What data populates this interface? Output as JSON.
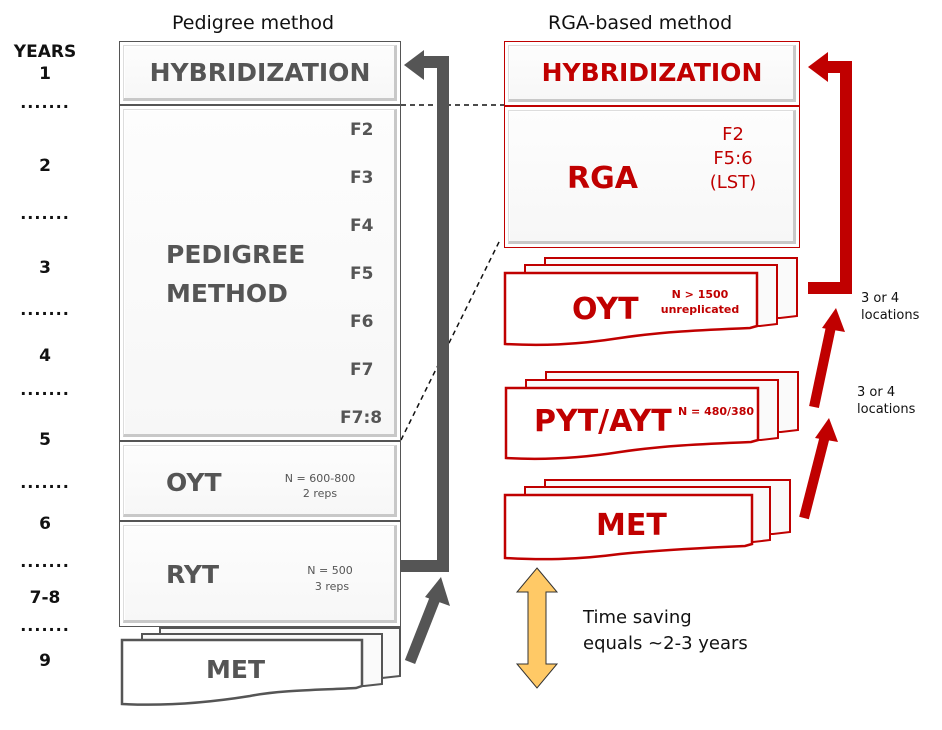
{
  "titles": {
    "left": "Pedigree method",
    "right": "RGA-based method"
  },
  "years": {
    "header": "YEARS",
    "labels": [
      "1",
      "2",
      "3",
      "4",
      "5",
      "6",
      "7-8",
      "9"
    ],
    "separator": "......."
  },
  "pedigree": {
    "hybridization": "HYBRIDIZATION",
    "method_line1": "PEDIGREE",
    "method_line2": "METHOD",
    "generations": [
      "F2",
      "F3",
      "F4",
      "F5",
      "F6",
      "F7",
      "F7:8"
    ],
    "oyt": {
      "label": "OYT",
      "n": "N = 600-800",
      "reps": "2 reps"
    },
    "ryt": {
      "label": "RYT",
      "n": "N = 500",
      "reps": "3 reps"
    },
    "met": {
      "label": "MET"
    }
  },
  "rga": {
    "hybridization": "HYBRIDIZATION",
    "rga_label": "RGA",
    "generations": [
      "F2",
      "F5:6",
      "(LST)"
    ],
    "oyt": {
      "label": "OYT",
      "n": "N  > 1500",
      "note": "unreplicated"
    },
    "pyt": {
      "label": "PYT/AYT",
      "n": "N = 480/380"
    },
    "met": {
      "label": "MET"
    },
    "locations_1": [
      "3 or 4",
      "locations"
    ],
    "locations_2": [
      "3 or 4",
      "locations"
    ]
  },
  "time_saving": [
    "Time saving",
    "equals ~2-3 years"
  ],
  "colors": {
    "gray": "#555555",
    "red": "#c00000",
    "saving_arrow": "#ffc966"
  }
}
